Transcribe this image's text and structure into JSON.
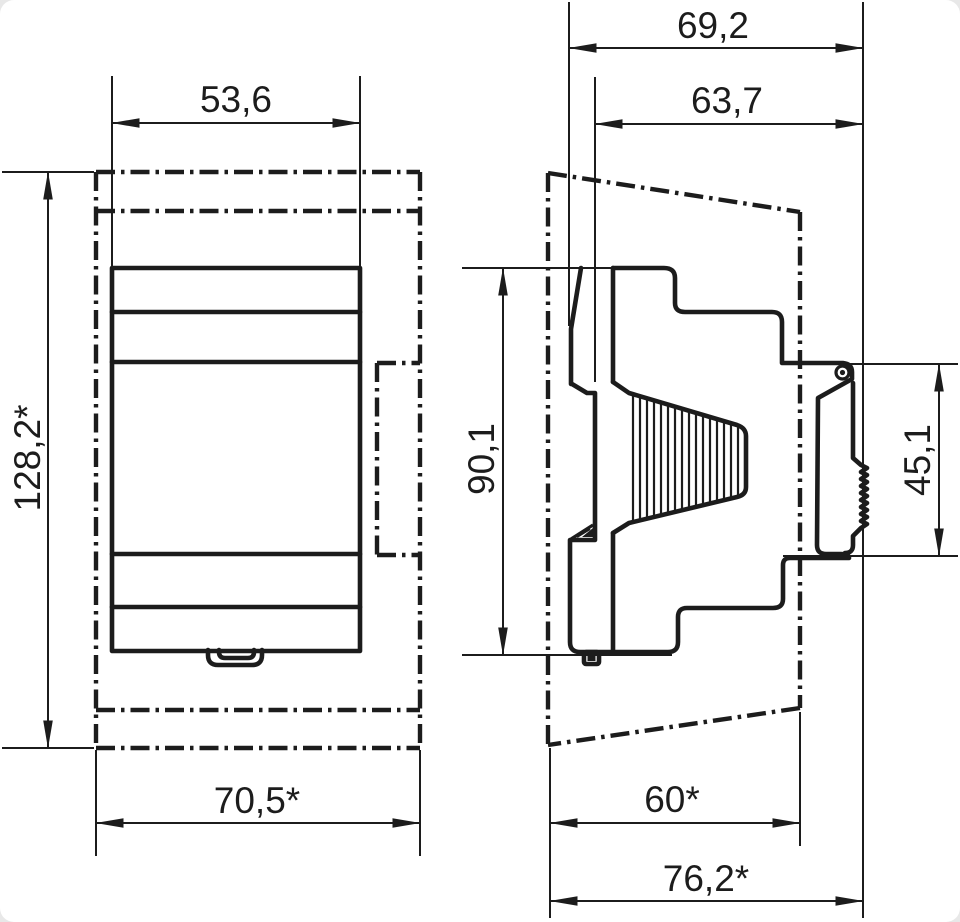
{
  "colors": {
    "line": "#1c1c1c",
    "background": "#ffffff"
  },
  "front_view": {
    "width_top": "53,6",
    "height_overall": "128,2*",
    "width_bottom": "70,5*"
  },
  "side_view": {
    "depth_overall": "69,2",
    "depth_body": "63,7",
    "height_body": "90,1",
    "height_rail_section": "45,1",
    "depth_lower_clearance": "60*",
    "depth_lower_overall": "76,2*"
  }
}
